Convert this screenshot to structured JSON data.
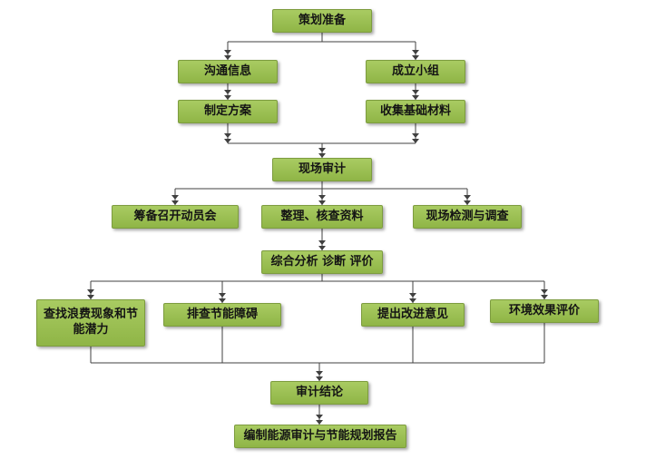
{
  "diagram": {
    "type": "flowchart",
    "colors": {
      "node_fill": "#94bb4d",
      "node_border": "#7d9c3f",
      "connector": "#404040",
      "text": "#141414",
      "background": "#ffffff"
    },
    "nodes": {
      "plan": {
        "label": "策划准备"
      },
      "communicate": {
        "label": "沟通信息"
      },
      "team": {
        "label": "成立小组"
      },
      "scheme": {
        "label": "制定方案"
      },
      "collect": {
        "label": "收集基础材料"
      },
      "onsite": {
        "label": "现场审计"
      },
      "mobilize": {
        "label": "筹备召开动员会"
      },
      "organize": {
        "label": "整理、核查资料"
      },
      "inspect": {
        "label": "现场检测与调查"
      },
      "analyze": {
        "label": "综合分析 诊断 评价"
      },
      "waste": {
        "label": "查找浪费现象和节能潜力"
      },
      "obstacle": {
        "label": "排查节能障碍"
      },
      "suggest": {
        "label": "提出改进意见"
      },
      "environment": {
        "label": "环境效果评价"
      },
      "conclusion": {
        "label": "审计结论"
      },
      "report": {
        "label": "编制能源审计与节能规划报告"
      }
    },
    "edges": [
      "策划准备→沟通信息",
      "策划准备→成立小组",
      "沟通信息→制定方案",
      "成立小组→收集基础材料",
      "制定方案→现场审计",
      "收集基础材料→现场审计",
      "现场审计→筹备召开动员会",
      "现场审计→整理、核查资料",
      "现场审计→现场检测与调查",
      "整理、核查资料→综合分析 诊断 评价",
      "综合分析 诊断 评价→查找浪费现象和节能潜力",
      "综合分析 诊断 评价→排查节能障碍",
      "综合分析 诊断 评价→提出改进意见",
      "综合分析 诊断 评价→环境效果评价",
      "查找浪费现象和节能潜力→审计结论",
      "排查节能障碍→审计结论",
      "提出改进意见→审计结论",
      "环境效果评价→审计结论",
      "审计结论→编制能源审计与节能规划报告"
    ]
  }
}
